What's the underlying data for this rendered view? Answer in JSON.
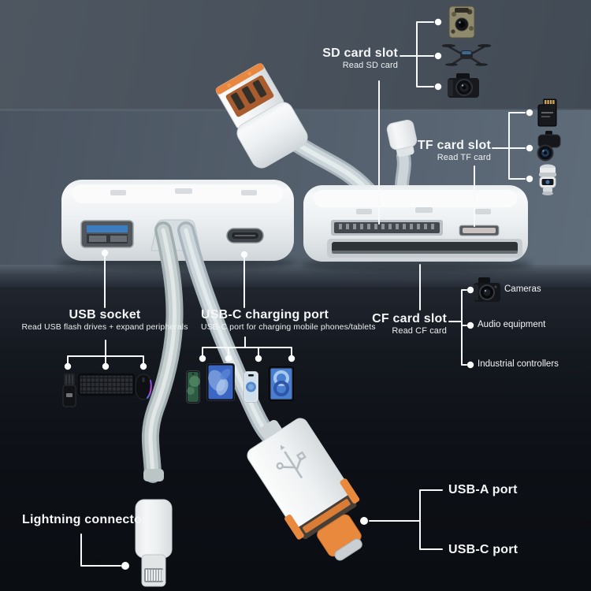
{
  "callouts": {
    "sd": {
      "title": "SD card slot",
      "subtitle": "Read SD card",
      "targets": [
        "trail-camera-icon",
        "drone-icon",
        "dslr-camera-icon"
      ]
    },
    "tf": {
      "title": "TF card slot",
      "subtitle": "Read TF card",
      "targets": [
        "micro-sd-card-icon",
        "dash-cam-icon",
        "ptz-camera-icon"
      ]
    },
    "usb": {
      "title": "USB socket",
      "subtitle": "Read USB flash drives + expand peripherals",
      "targets": [
        "usb-flash-drive-icon",
        "keyboard-icon",
        "mouse-icon"
      ]
    },
    "usbc": {
      "title": "USB-C charging port",
      "subtitle": "USB-C port for charging mobile phones/tablets",
      "targets": [
        "android-phone-icon",
        "tablet-icon",
        "iphone-icon",
        "ipad-icon"
      ]
    },
    "cf": {
      "title": "CF card slot",
      "subtitle": "Read CF card",
      "items": [
        "Cameras",
        "Audio equipment",
        "Industrial controllers"
      ]
    },
    "lightning": {
      "title": "Lightning connector"
    },
    "ports": {
      "usba": "USB-A port",
      "usbc": "USB-C port"
    }
  },
  "colors": {
    "label_text": "#f4f6f7",
    "callout_line": "#f7f9fa",
    "accent_orange": "#e8873f",
    "usb_blue": "#3c7dc0",
    "device_white": "#eef1f3",
    "cable_gray": "#ccd6da",
    "wall": "#48515b",
    "table": "#57636f",
    "dark_foreground": "#0c0f14"
  }
}
